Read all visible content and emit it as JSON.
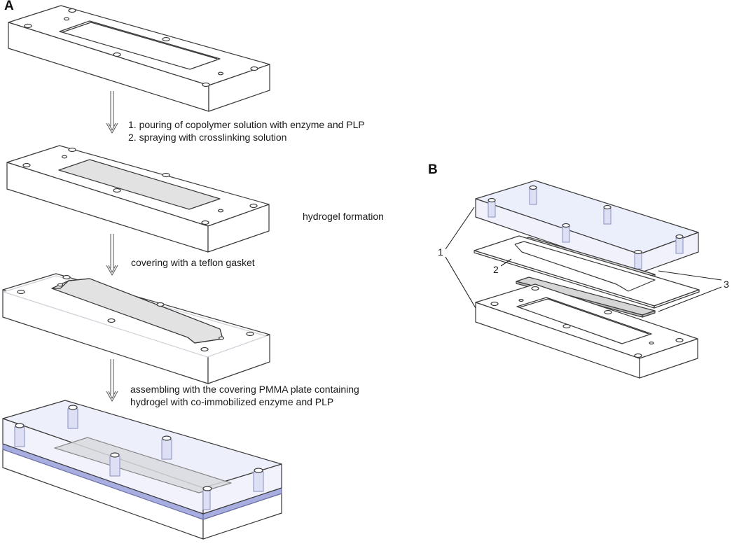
{
  "panels": {
    "a": "A",
    "b": "B"
  },
  "steps": {
    "pour": "1. pouring of copolymer solution with enzyme and PLP",
    "spray": "2. spraying with crosslinking solution",
    "hydrogel": "hydrogel formation",
    "gasket": "covering with a teflon gasket",
    "assemble_line1": "assembling with the covering PMMA plate containing",
    "assemble_line2": "hydrogel with co-immobilized enzyme and PLP"
  },
  "callouts": {
    "one": "1",
    "two": "2",
    "three": "3"
  },
  "colors": {
    "outline": "#3a3a3a",
    "hydrogel_fill": "#e2e2e2",
    "pmma_tint": "#eef0fb",
    "pmma_top": "#e8ebfa",
    "pmma_band": "#a9aee0",
    "gasket_edge": "#cfd1d8"
  }
}
